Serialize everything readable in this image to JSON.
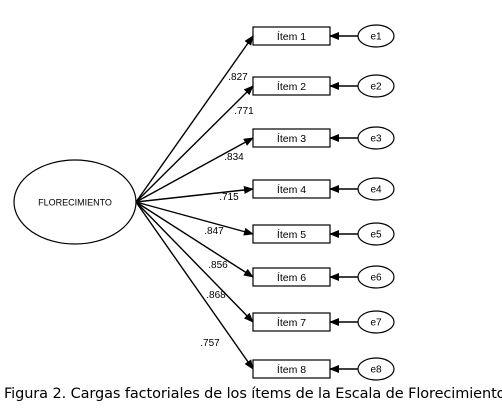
{
  "diagram": {
    "factor": {
      "label": "FLORECIMIENTO"
    },
    "items": [
      {
        "label": "Ítem 1",
        "error": "e1",
        "loading": ".827"
      },
      {
        "label": "Ítem 2",
        "error": "e2",
        "loading": ".771"
      },
      {
        "label": "Ítem 3",
        "error": "e3",
        "loading": ".834"
      },
      {
        "label": "Ítem 4",
        "error": "e4",
        "loading": ".715"
      },
      {
        "label": "Ítem 5",
        "error": "e5",
        "loading": ".847"
      },
      {
        "label": "Ítem 6",
        "error": "e6",
        "loading": ".856"
      },
      {
        "label": "Ítem 7",
        "error": "e7",
        "loading": ".868"
      },
      {
        "label": "Ítem 8",
        "error": "e8",
        "loading": ".757"
      }
    ]
  },
  "caption": "Figura 2. Cargas factoriales de los ítems de la Escala de Florecimiento."
}
